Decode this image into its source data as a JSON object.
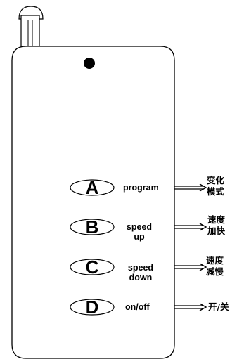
{
  "buttons": [
    {
      "letter": "A",
      "label": "program",
      "label_lines": [
        "program"
      ],
      "result_lines": [
        "变化",
        "模式"
      ]
    },
    {
      "letter": "B",
      "label": "speed up",
      "label_lines": [
        "speed",
        "up"
      ],
      "result_lines": [
        "速度",
        "加快"
      ]
    },
    {
      "letter": "C",
      "label": "speed down",
      "label_lines": [
        "speed",
        "down"
      ],
      "result_lines": [
        "速度",
        "减慢"
      ]
    },
    {
      "letter": "D",
      "label": "on/off",
      "label_lines": [
        "on/off"
      ],
      "result_lines": [
        "开/关"
      ]
    }
  ],
  "colors": {
    "outline": "#000000",
    "fill": "#ffffff",
    "led": "#000000"
  }
}
